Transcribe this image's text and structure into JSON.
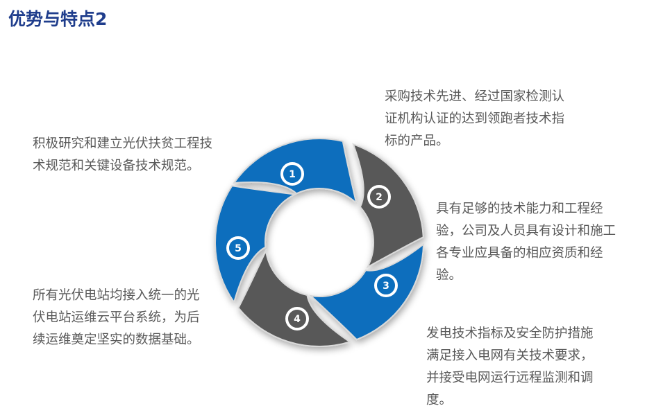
{
  "title": "优势与特点2",
  "colors": {
    "title": "#1f3d8c",
    "blue": "#0a6ebd",
    "gray": "#585858",
    "text": "#595959"
  },
  "diagram": {
    "segments": [
      {
        "number": "1",
        "color": "#0a6ebd"
      },
      {
        "number": "2",
        "color": "#585858"
      },
      {
        "number": "3",
        "color": "#0a6ebd"
      },
      {
        "number": "4",
        "color": "#585858"
      },
      {
        "number": "5",
        "color": "#0a6ebd"
      }
    ]
  },
  "texts": {
    "top_right": "采购技术先进、经过国家检测认证机构认证的达到领跑者技术指标的产品。",
    "top_left": "积极研究和建立光伏扶贫工程技术规范和关键设备技术规范。",
    "middle_right": "具有足够的技术能力和工程经验，公司及人员具有设计和施工各专业应具备的相应资质和经验。",
    "bottom_left": "所有光伏电站均接入统一的光伏电站运维云平台系统，为后续运维奠定坚实的数据基础。",
    "bottom_right": "发电技术指标及安全防护措施满足接入电网有关技术要求，并接受电网运行远程监测和调度。"
  }
}
